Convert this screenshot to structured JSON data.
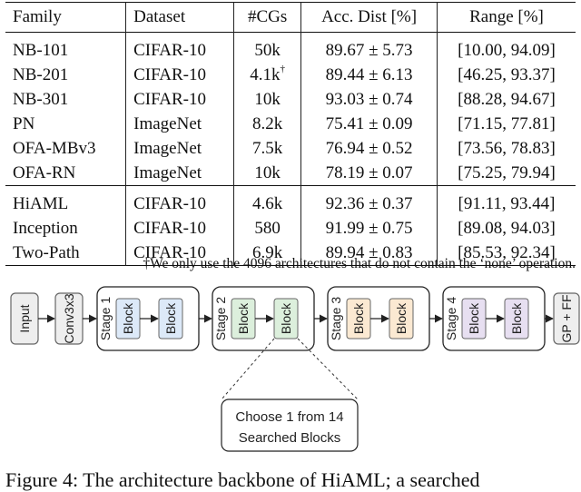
{
  "table": {
    "headers": [
      "Family",
      "Dataset",
      "#CGs",
      "Acc. Dist [%]",
      "Range [%]"
    ],
    "group1": [
      {
        "family": "NB-101",
        "dataset": "CIFAR-10",
        "cgs": "50k",
        "acc": "89.67 ± 5.73",
        "range": "[10.00, 94.09]"
      },
      {
        "family": "NB-201",
        "dataset": "CIFAR-10",
        "cgs": "4.1k",
        "acc": "89.44 ± 6.13",
        "range": "[46.25, 93.37]"
      },
      {
        "family": "NB-301",
        "dataset": "CIFAR-10",
        "cgs": "10k",
        "acc": "93.03 ± 0.74",
        "range": "[88.28, 94.67]"
      },
      {
        "family": "PN",
        "dataset": "ImageNet",
        "cgs": "8.2k",
        "acc": "75.41 ± 0.09",
        "range": "[71.15, 77.81]"
      },
      {
        "family": "OFA-MBv3",
        "dataset": "ImageNet",
        "cgs": "7.5k",
        "acc": "76.94 ± 0.52",
        "range": "[73.56, 78.83]"
      },
      {
        "family": "OFA-RN",
        "dataset": "ImageNet",
        "cgs": "10k",
        "acc": "78.19 ± 0.07",
        "range": "[75.25, 79.94]"
      }
    ],
    "group2": [
      {
        "family": "HiAML",
        "dataset": "CIFAR-10",
        "cgs": "4.6k",
        "acc": "92.36 ± 0.37",
        "range": "[91.11, 93.44]"
      },
      {
        "family": "Inception",
        "dataset": "CIFAR-10",
        "cgs": "580",
        "acc": "91.99 ± 0.75",
        "range": "[89.08, 94.03]"
      },
      {
        "family": "Two-Path",
        "dataset": "CIFAR-10",
        "cgs": "6.9k",
        "acc": "89.94 ± 0.83",
        "range": "[85.53, 92.34]"
      }
    ],
    "dagger": "†"
  },
  "footnote": "†We only use the 4096 architectures that do not contain the ‘none’ operation.",
  "diagram": {
    "input_label": "Input",
    "conv_label": "Conv3x3",
    "stages": [
      {
        "label": "Stage 1",
        "block_color": "#dce9f8"
      },
      {
        "label": "Stage 2",
        "block_color": "#dcefdc"
      },
      {
        "label": "Stage 3",
        "block_color": "#fbe9d2"
      },
      {
        "label": "Stage 4",
        "block_color": "#e7dff1"
      }
    ],
    "block_label": "Block",
    "output_label": "GP + FF",
    "callout_line1": "Choose 1 from 14",
    "callout_line2": "Searched Blocks",
    "module_fill": "#eeeeee"
  },
  "caption": "Figure 4: The architecture backbone of HiAML; a searched"
}
